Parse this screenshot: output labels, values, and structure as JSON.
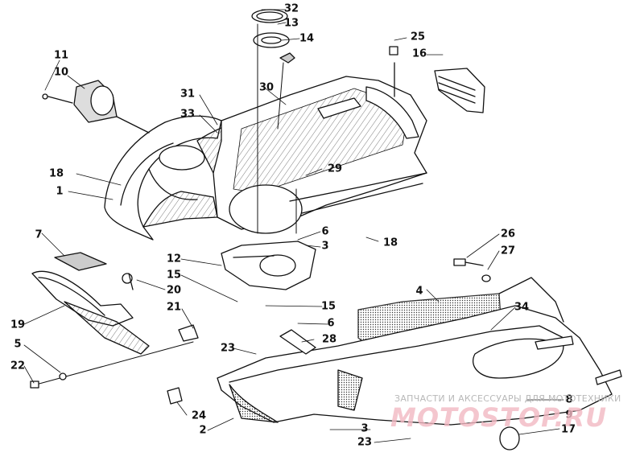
{
  "callouts": {
    "c32": "32",
    "c13": "13",
    "c14": "14",
    "c25": "25",
    "c16": "16",
    "c11": "11",
    "c10": "10",
    "c30": "30",
    "c31": "31",
    "c33": "33",
    "c29": "29",
    "c18a": "18",
    "c1": "1",
    "c18b": "18",
    "c6a": "6",
    "c3a": "3",
    "c26": "26",
    "c27": "27",
    "c7": "7",
    "c12": "12",
    "c15a": "15",
    "c20": "20",
    "c15b": "15",
    "c4": "4",
    "c34": "34",
    "c21": "21",
    "c19": "19",
    "c6b": "6",
    "c28": "28",
    "c5": "5",
    "c23a": "23",
    "c22": "22",
    "c8": "8",
    "c9": "9",
    "c24": "24",
    "c2": "2",
    "c3b": "3",
    "c17": "17",
    "c23b": "23"
  },
  "watermark": {
    "text": "ЗАПЧАСТИ И АКСЕССУАРЫ ДЛЯ МОТОТЕХНИКИ",
    "logo": "MOTOSTOP.RU"
  },
  "colors": {
    "line": "#111111",
    "watermark_text": "#b8b8b8",
    "watermark_logo": "#f2b8c2"
  }
}
